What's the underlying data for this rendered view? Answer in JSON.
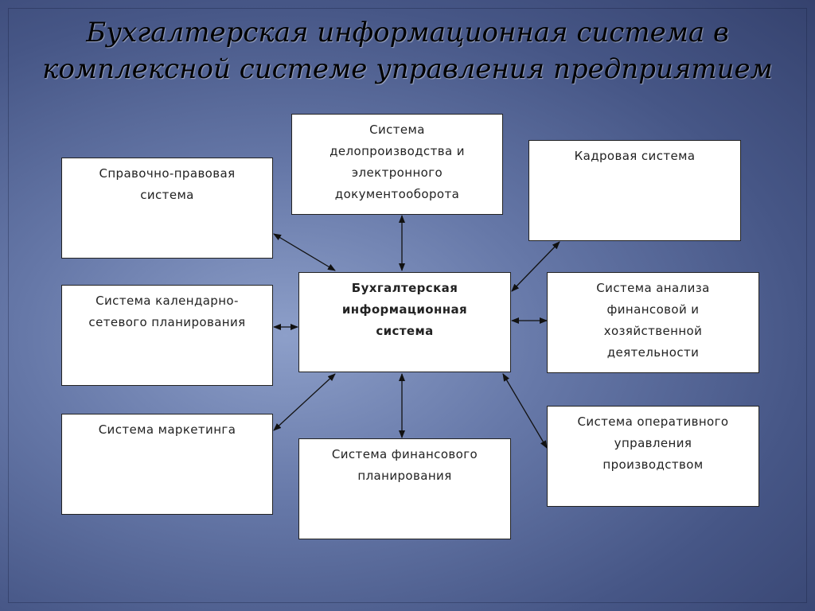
{
  "title": {
    "line1": "Бухгалтерская информационная система в",
    "line2": "комплексной системе управления предприятием"
  },
  "nodes": {
    "center": [
      "Бухгалтерская",
      "информационная",
      "система"
    ],
    "legal": [
      "Справочно-правовая",
      "система"
    ],
    "docflow": [
      "Система",
      "делопроизводства и",
      "электронного",
      "документооборота"
    ],
    "hr": [
      "Кадровая система"
    ],
    "network": [
      "Система календарно-",
      "сетевого планирования"
    ],
    "analysis": [
      "Система анализа",
      "финансовой и",
      "хозяйственной",
      "деятельности"
    ],
    "marketing": [
      "Система маркетинга"
    ],
    "finplan": [
      "Система финансового",
      "планирования"
    ],
    "operational": [
      "Система оперативного",
      "управления",
      "производством"
    ]
  },
  "colors": {
    "background_light": "#8d9fc9",
    "background_dark": "#35426e",
    "box_fill": "#ffffff",
    "connector": "#111111"
  },
  "edges": [
    [
      "center",
      "legal"
    ],
    [
      "center",
      "docflow"
    ],
    [
      "center",
      "hr"
    ],
    [
      "center",
      "network"
    ],
    [
      "center",
      "analysis"
    ],
    [
      "center",
      "marketing"
    ],
    [
      "center",
      "finplan"
    ],
    [
      "center",
      "operational"
    ]
  ]
}
